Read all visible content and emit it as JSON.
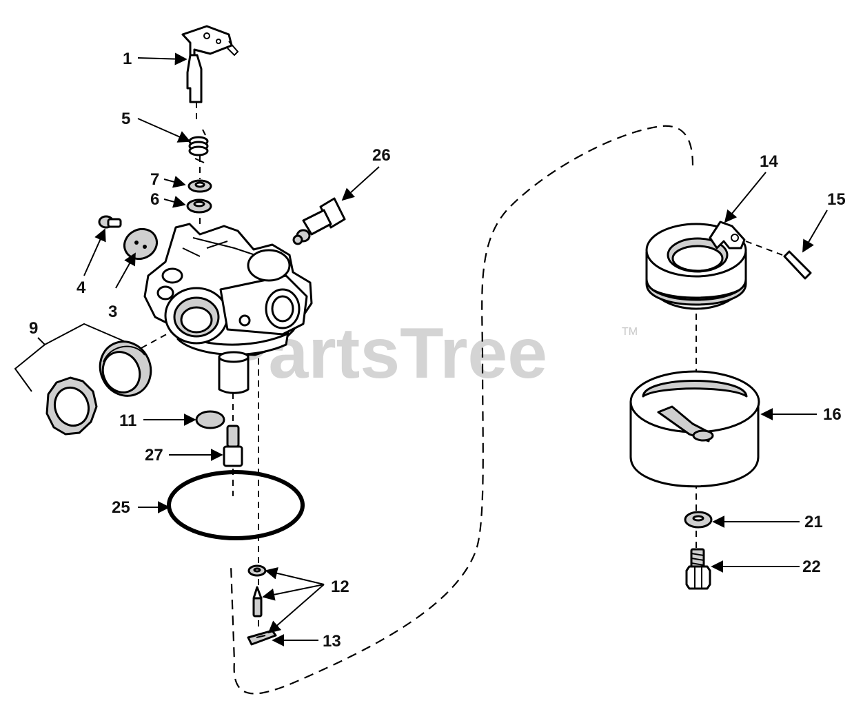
{
  "watermark": {
    "brand": "PartsTree",
    "trademark": "TM"
  },
  "callouts": [
    {
      "id": "c1",
      "label": "1"
    },
    {
      "id": "c5",
      "label": "5"
    },
    {
      "id": "c7",
      "label": "7"
    },
    {
      "id": "c6",
      "label": "6"
    },
    {
      "id": "c26",
      "label": "26"
    },
    {
      "id": "c4",
      "label": "4"
    },
    {
      "id": "c3",
      "label": "3"
    },
    {
      "id": "c9",
      "label": "9"
    },
    {
      "id": "c11",
      "label": "11"
    },
    {
      "id": "c27",
      "label": "27"
    },
    {
      "id": "c25",
      "label": "25"
    },
    {
      "id": "c12",
      "label": "12"
    },
    {
      "id": "c13",
      "label": "13"
    },
    {
      "id": "c14",
      "label": "14"
    },
    {
      "id": "c15",
      "label": "15"
    },
    {
      "id": "c16",
      "label": "16"
    },
    {
      "id": "c21",
      "label": "21"
    },
    {
      "id": "c22",
      "label": "22"
    }
  ],
  "colors": {
    "line": "#000000",
    "background": "#ffffff",
    "watermark": "#d4d4d4"
  }
}
